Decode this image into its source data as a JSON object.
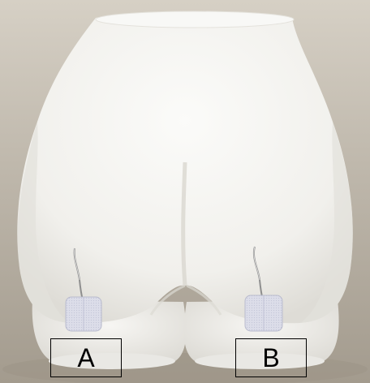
{
  "image": {
    "subject": "mannequin-lower-torso",
    "background_color": "#b9b1a4",
    "mannequin_color": "#f4f3f0",
    "electrode_color": "#d8d9e6"
  },
  "labels": {
    "a": "A",
    "b": "B"
  },
  "electrodes": [
    {
      "icon": "electrode-pad-icon",
      "label": "A"
    },
    {
      "icon": "electrode-pad-icon",
      "label": "B"
    }
  ]
}
